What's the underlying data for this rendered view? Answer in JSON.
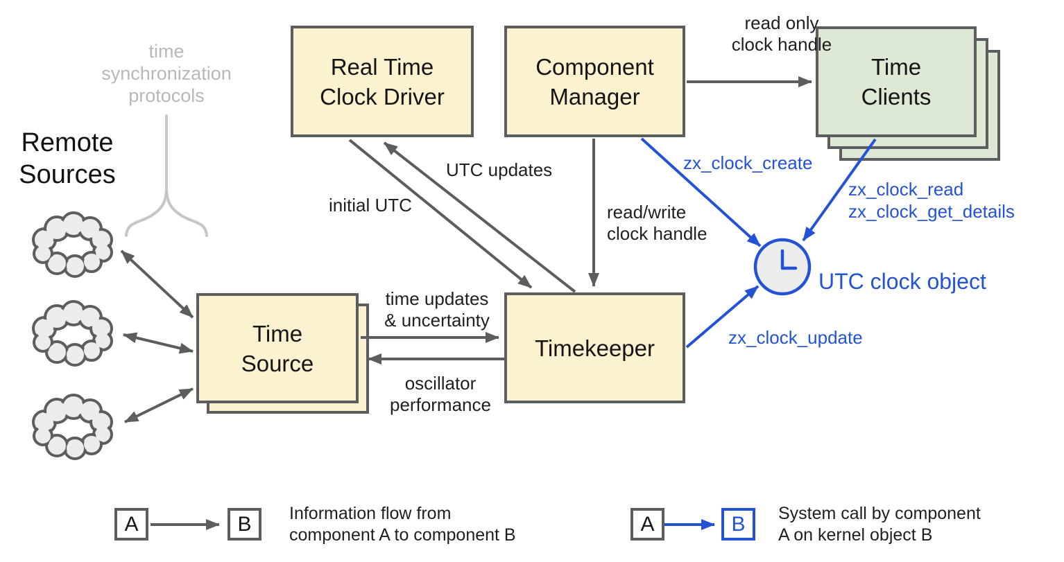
{
  "colors": {
    "box_yellow": "#fdf2d0",
    "box_green": "#dde9d5",
    "stroke_gray": "#5c5d5f",
    "accent_blue": "#2353d4",
    "muted_gray": "#b8b8b8",
    "cloud_fill": "#ececec"
  },
  "annotations": {
    "protocols": {
      "lines": [
        "time",
        "synchronization",
        "protocols"
      ]
    },
    "remote_sources": {
      "lines": [
        "Remote",
        "Sources"
      ]
    }
  },
  "nodes": {
    "rtc": {
      "lines": [
        "Real Time",
        "Clock Driver"
      ]
    },
    "component_manager": {
      "lines": [
        "Component",
        "Manager"
      ]
    },
    "time_clients": {
      "lines": [
        "Time",
        "Clients"
      ]
    },
    "time_source": {
      "lines": [
        "Time",
        "Source"
      ]
    },
    "timekeeper": {
      "lines": [
        "Timekeeper"
      ]
    }
  },
  "edge_labels": {
    "read_only": {
      "lines": [
        "read only",
        "clock handle"
      ]
    },
    "utc_updates": "UTC updates",
    "initial_utc": "initial UTC",
    "read_write": {
      "lines": [
        "read/write",
        "clock handle"
      ]
    },
    "time_updates": {
      "lines": [
        "time updates",
        "& uncertainty"
      ]
    },
    "oscillator": {
      "lines": [
        "oscillator",
        "performance"
      ]
    }
  },
  "syscalls": {
    "create": "zx_clock_create",
    "read": "zx_clock_read",
    "get_details": "zx_clock_get_details",
    "update": "zx_clock_update"
  },
  "kernel_object": {
    "label": "UTC clock object"
  },
  "icons": {
    "cloud": "cloud-icon",
    "clock": "clock-icon",
    "brace": "merge-brace-icon"
  },
  "legend": {
    "info_flow": {
      "a": "A",
      "b": "B",
      "lines": [
        "Information flow from",
        "component A to component B"
      ]
    },
    "syscall": {
      "a": "A",
      "b": "B",
      "lines": [
        "System call by component",
        "A on kernel object B"
      ]
    }
  }
}
